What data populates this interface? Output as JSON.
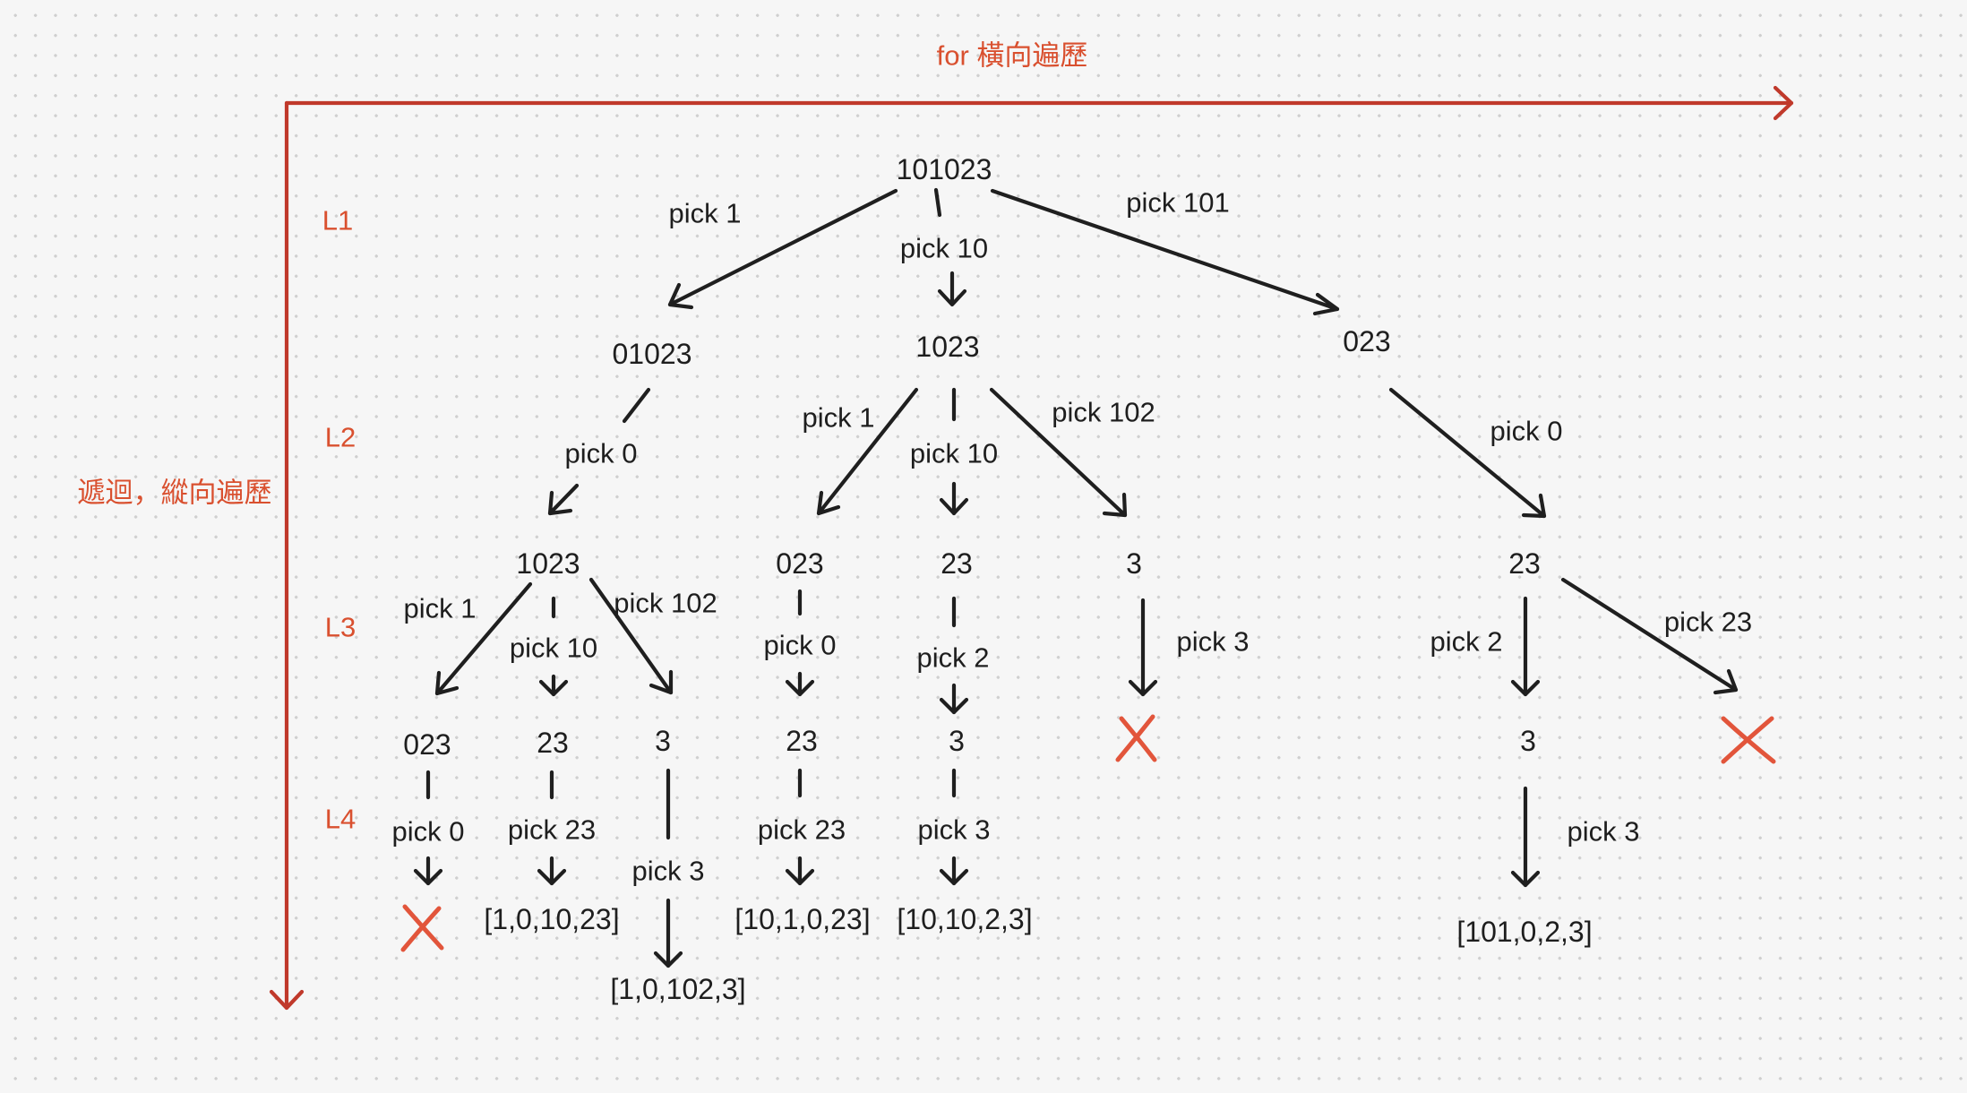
{
  "axes": {
    "horizontal_label": "for 橫向遍歷",
    "vertical_label": "遞迴，縱向遍歷",
    "levels": [
      "L1",
      "L2",
      "L3",
      "L4"
    ],
    "color": "#c0392b"
  },
  "nodes": {
    "root": "101023",
    "a": "01023",
    "b": "1023",
    "c": "023",
    "a1": "1023",
    "b1": "023",
    "b2": "23",
    "b3": "3",
    "c1": "23",
    "a1a": "023",
    "a1b": "23",
    "a1c": "3",
    "b1a": "23",
    "b2a": "3",
    "c1a": "3",
    "a1a_res": "×",
    "a1b_res": "[1,0,10,23]",
    "a1c_res": "[1,0,102,3]",
    "b1a_res": "[10,1,0,23]",
    "b2a_res": "[10,10,2,3]",
    "b3_res": "×",
    "c1b_res": "×",
    "c1a_res": "[101,0,2,3]"
  },
  "edges": {
    "root_a": "pick 1",
    "root_b": "pick 10",
    "root_c": "pick 101",
    "a_a1": "pick 0",
    "b_b1": "pick 1",
    "b_b2": "pick 10",
    "b_b3": "pick 102",
    "c_c1": "pick 0",
    "a1_a1a": "pick 1",
    "a1_a1b": "pick 10",
    "a1_a1c": "pick 102",
    "b1_b1a": "pick 0",
    "b2_b2a": "pick 2",
    "b3_res": "pick 3",
    "c1_c1a": "pick 2",
    "c1_c1b": "pick 23",
    "a1a_res": "pick 0",
    "a1b_res": "pick 23",
    "a1c_res": "pick 3",
    "b1a_res": "pick 23",
    "b2a_res": "pick 3",
    "c1a_res": "pick 3"
  },
  "colors": {
    "edge": "#1f1f1f",
    "invalid_cross": "#e2553b",
    "accent": "#d9502f"
  }
}
